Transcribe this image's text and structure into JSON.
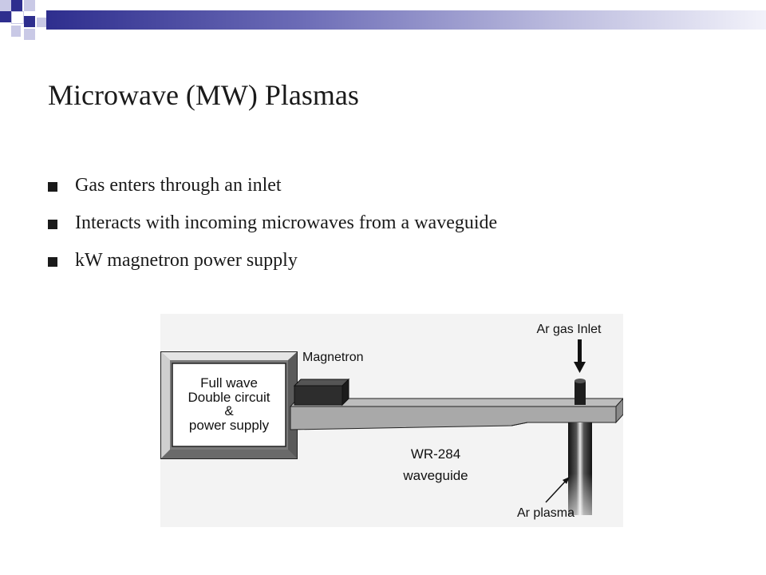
{
  "slide": {
    "title": "Microwave (MW) Plasmas",
    "bullets": [
      "Gas enters through an inlet",
      "Interacts with incoming microwaves from a waveguide",
      "kW magnetron power supply"
    ]
  },
  "diagram": {
    "power_supply_lines": [
      "Full wave",
      "Double circuit",
      "&",
      "power supply"
    ],
    "magnetron_label": "Magnetron",
    "waveguide_label_1": "WR-284",
    "waveguide_label_2": "waveguide",
    "gas_inlet_label": "Ar gas Inlet",
    "plasma_label": "Ar plasma"
  },
  "colors": {
    "header_dark": "#2e2e8e",
    "header_light": "#b9b9dd",
    "text": "#1a1a1a"
  }
}
